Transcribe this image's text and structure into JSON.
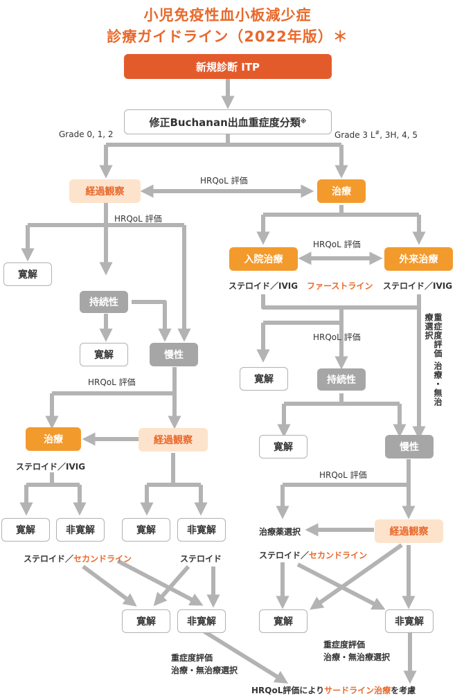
{
  "title": {
    "line1": "小児免疫性血小板減少症",
    "line2": "診療ガイドライン（2022年版）＊"
  },
  "nodes": {
    "new_itp": "新規診断 ITP",
    "buchanan": "修正Buchanan出血重症度分類",
    "buchanan_mark": "※",
    "observe_top": "経過観察",
    "treat_top": "治療",
    "remission_l1": "寛解",
    "persistent_l": "持続性",
    "remission_l2": "寛解",
    "chronic_l": "慢性",
    "treat_l": "治療",
    "observe_l": "経過観察",
    "remission_l3": "寛解",
    "nonremission_l1": "非寛解",
    "remission_l4": "寛解",
    "nonremission_l2": "非寛解",
    "remission_l5": "寛解",
    "nonremission_l3": "非寛解",
    "inpatient": "入院治療",
    "outpatient": "外来治療",
    "remission_r1": "寛解",
    "persistent_r": "持続性",
    "remission_r2": "寛解",
    "chronic_r": "慢性",
    "observe_r": "経過観察",
    "remission_r3": "寛解",
    "nonremission_r": "非寛解"
  },
  "labels": {
    "grade_left": "Grade 0, 1, 2",
    "grade_right_a": "Grade  3 L",
    "grade_right_sup": "#",
    "grade_right_b": ", 3H, 4, 5",
    "hrqol_1": "HRQoL 評価",
    "hrqol_2": "HRQoL 評価",
    "hrqol_3": "HRQoL 評価",
    "hrqol_4": "HRQoL 評価",
    "hrqol_5": "HRQoL 評価",
    "hrqol_6": "HRQoL 評価",
    "steroid_ivig_in": "ステロイド／IVIG",
    "first_line": "ファーストライン",
    "steroid_ivig_out": "ステロイド／IVIG",
    "steroid_ivig_l": "ステロイド／IVIG",
    "steroid_second_l_a": "ステロイド／",
    "steroid_second_l_b": "セカンドライン",
    "steroid_only": "ステロイド",
    "severity_select_vertical": "重症度評価 治療・無治療選択",
    "drug_select": "治療薬選択",
    "steroid_second_r_a": "ステロイド／",
    "steroid_second_r_b": "セカンドライン",
    "severity_l_1": "重症度評価",
    "severity_l_2": "治療・無治療選択",
    "severity_r_1": "重症度評価",
    "severity_r_2": "治療・無治療選択",
    "final_a": "HRQoL評価により",
    "final_b": "サードライン治療",
    "final_c": "を考慮"
  },
  "colors": {
    "title": "#e8682a",
    "new_itp": "#e45b2b",
    "treatment": "#f39a2c",
    "observation": "#fde3cc",
    "gray_node": "#a6a6a6",
    "arrow": "#b3b3b3"
  }
}
